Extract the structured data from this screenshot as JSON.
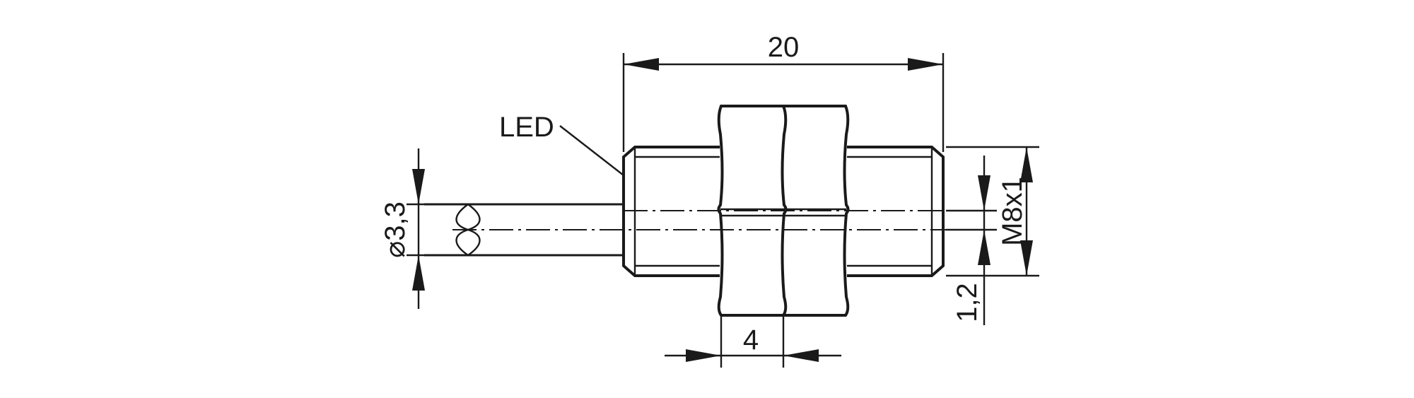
{
  "labels": {
    "led": "LED",
    "length": "20",
    "nut_width": "4",
    "cable_diameter": "3,3",
    "diameter_symbol": "⌀",
    "thread": "M8x1",
    "led_offset": "1,2"
  },
  "colors": {
    "line": "#1a1a1a",
    "background": "#ffffff"
  }
}
